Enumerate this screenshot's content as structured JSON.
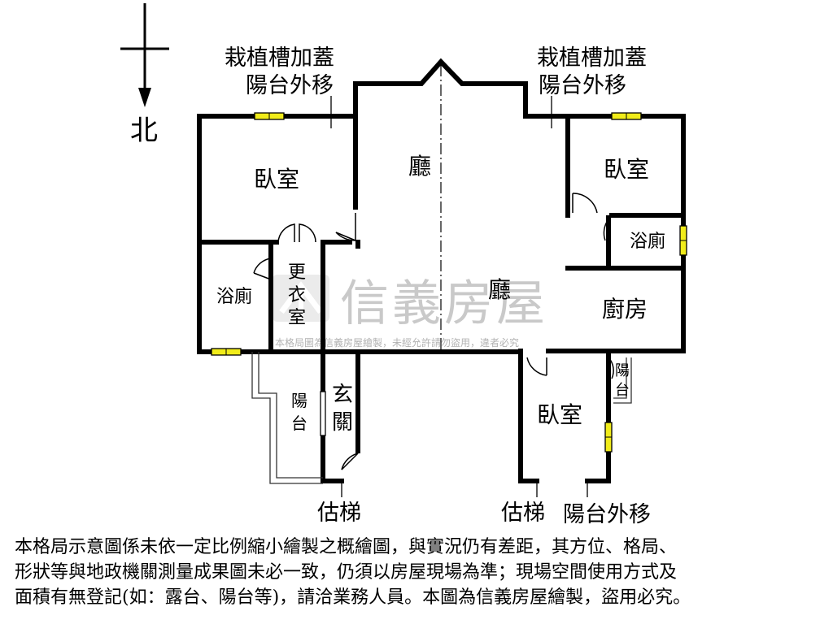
{
  "compass": {
    "label": "北"
  },
  "notes": {
    "planter_left_1": "栽植槽加蓋",
    "planter_left_2": "陽台外移",
    "planter_right_1": "栽植槽加蓋",
    "planter_right_2": "陽台外移",
    "stairs_left": "估梯",
    "stairs_right": "估梯",
    "balcony_moved_bottom": "陽台外移"
  },
  "rooms": {
    "bedroom_nw": "臥室",
    "bedroom_ne": "臥室",
    "bedroom_s": "臥室",
    "living_upper": "廳",
    "living_center": "廳",
    "bath_w": "浴廁",
    "bath_e": "浴廁",
    "closet": [
      "更",
      "衣",
      "室"
    ],
    "kitchen": "廚房",
    "foyer": [
      "玄",
      "關"
    ],
    "balcony_sw": [
      "陽",
      "台"
    ],
    "balcony_se": [
      "陽",
      "台"
    ]
  },
  "watermark": {
    "brand": "信義房屋",
    "notice": "本格局圖為信義房屋繪製，未經允許請勿盜用，違者必究"
  },
  "disclaimer": [
    "本格局示意圖係未依一定比例縮小繪製之概繪圖，與實況仍有差距，其方位、格局、",
    "形狀等與地政機關測量成果圖未必一致，仍須以房屋現場為準；現場空間使用方式及",
    "面積有無登記(如：露台、陽台等)，請洽業務人員。本圖為信義房屋繪製，盜用必究。"
  ]
}
